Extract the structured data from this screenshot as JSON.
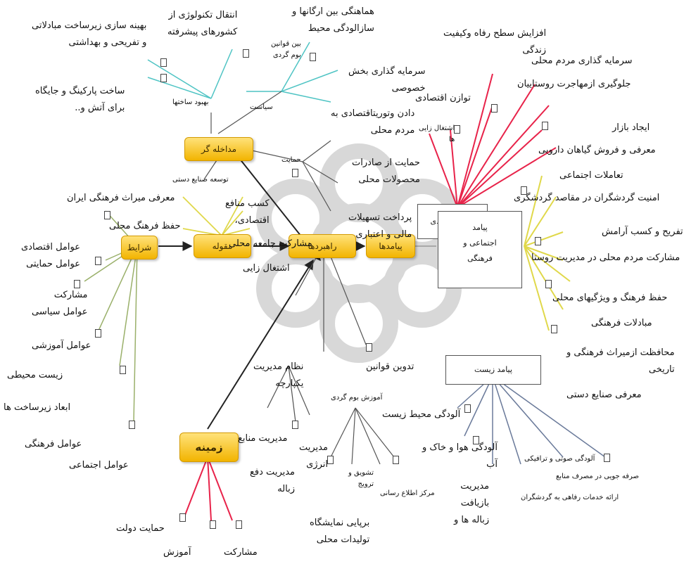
{
  "colors": {
    "outcomes_economic": "#e8234a",
    "outcomes_social": "#e8e05a",
    "outcomes_env": "#5a6a8a",
    "interveners": "#4fc4c4",
    "conditions": "#9ab06a",
    "context": "#e8234a",
    "core": "#222222"
  },
  "core_nodes": {
    "intervening": "مداخله گر",
    "concept": "مقوله",
    "conditions": "شرایط",
    "strategies": "راهبردها",
    "outcomes": "پیامدها",
    "context": "زمینه"
  },
  "outcome_boxes": {
    "economic": "پیامد اقتصادی",
    "social": "پیامد\nاجتماعی و\nفرهنگی",
    "environmental": "پیامد زیست"
  },
  "intervening_branches": {
    "infrastructure": "بهبود ساختها",
    "policy": "سیاست",
    "support": "حمایت",
    "handicraft": "توسعه صنایع دستی",
    "international": "بین قوانین\nبوم گردی"
  },
  "labels": {
    "infra_water": "بهینه سازی زیرساخت مبادلاتی\nو تفریحی و بهداشتی",
    "tech_transfer": "انتقال تکنولوژی از\nکشورهای پیشرفته",
    "coordination": "هماهنگی بین ارگانها و\nسازالودگی محیط",
    "parking": "ساخت پارکینگ و جایگاه\nبرای آتش و..",
    "private_invest": "سرمایه گذاری بخش\nخصوصی",
    "local_support": "دادن وتوریتاقتصادی به\nمردم محلی",
    "export_support": "حمایت از صادرات\nمحصولات محلی",
    "facilities": "پرداخت تسهیلات\nمالی و اعتباری",
    "living_standard": "افزایش سطح رفاه وکیفیت\nزندگی",
    "local_invest": "سرمایه گذاری مردم محلی",
    "migration": "جلوگیری ازمهاجرت روستاییان",
    "econ_balance": "توازن اقتصادی",
    "market": "ایجاد بازار",
    "herbs": "معرفی و فروش گیاهان دارویی",
    "jobs_econ": "اشتغال زایی\nها",
    "social_interact": "تعاملات اجتماعی",
    "tourist_safety": "امنیت گردشگران در مقاصد گردشگری",
    "recreation": "تفریح و کسب آرامش",
    "participation": "مشارکت مردم محلی در مدیریت روستا",
    "culture_keep": "حفظ فرهنگ و ویژگیهای محلی",
    "cultural_exchange": "مبادلات فرهنگی",
    "heritage_protect": "محافظت ازمیراث فرهنگی و\nتاریخی",
    "handicraft_intro": "معرفی صنایع دستی",
    "heritage_intro": "معرفی میراث فرهنگی ایران",
    "econ_benefit": "کسب منافع\nاقتصادی،",
    "community": "مشارکت جامعه محلی",
    "jobs": "اشتغال زایی",
    "culture_local": "حفظ فرهنگ محلی",
    "econ_factors": "عوامل اقتصادی\nعوامل حمایتی",
    "political": "مشارکت\nعوامل سیاسی",
    "education": "عوامل آموزشی",
    "environment": "زیست محیطی",
    "infra_dim": "ابعاد زیرساخت ها",
    "cultural": "عوامل فرهنگی",
    "social_f": "عوامل اجتماعی",
    "integrated_mgmt": "نظام مدیریت\nیکپارچه",
    "laws": "تدوین قوانین",
    "tourism_dev": "آموزش بوم گردی",
    "resource_mgmt": "مدیریت منابع",
    "energy": "مدیریت\nانرژی",
    "waste": "مدیریت دفع\nزباله",
    "encourage": "تشویق و\nترویج",
    "info_sys": "مرکز اطلاع رسانی",
    "exhibition": "برپایی نمایشگاه\nتولیدات محلی",
    "env_pollution": "آلودگی محیط زیست",
    "air_pollution": "آلودگی هوا و خاک و\nآب",
    "recycling": "مدیریت\nبازیافت\nزباله ها و",
    "noise": "آلودگی صوتی و ترافیکی",
    "consumption": "صرفه جویی در مصرف منابع",
    "services": "ارائه خدمات رفاهی به گردشگران",
    "gov_support": "حمایت دولت",
    "training": "آموزش",
    "ctx_participation": "مشارکت"
  }
}
